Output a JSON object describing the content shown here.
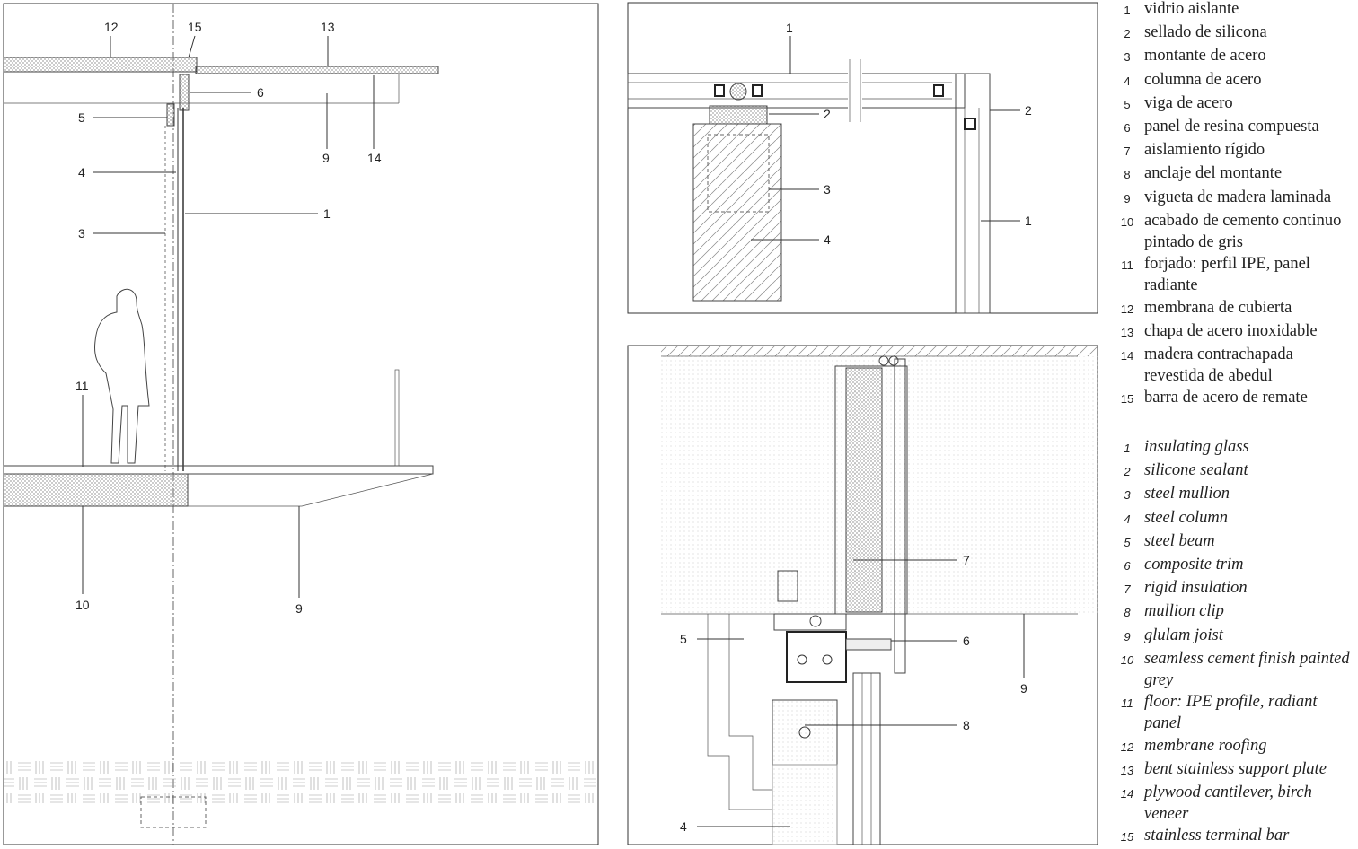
{
  "section_callouts": {
    "c12": "12",
    "c15": "15",
    "c13": "13",
    "c6": "6",
    "c5": "5",
    "c9a": "9",
    "c14": "14",
    "c4": "4",
    "c1": "1",
    "c3": "3",
    "c11": "11",
    "c10": "10",
    "c9b": "9"
  },
  "plan_callouts": {
    "c1a": "1",
    "c2a": "2",
    "c2b": "2",
    "c3": "3",
    "c4": "4",
    "c1b": "1"
  },
  "detail_callouts": {
    "c7": "7",
    "c5": "5",
    "c6": "6",
    "c9": "9",
    "c8": "8",
    "c4": "4"
  },
  "legend_es": [
    {
      "n": "1",
      "t": "vidrio aislante"
    },
    {
      "n": "2",
      "t": "sellado de silicona"
    },
    {
      "n": "3",
      "t": "montante de acero"
    },
    {
      "n": "4",
      "t": "columna de acero"
    },
    {
      "n": "5",
      "t": "viga de acero"
    },
    {
      "n": "6",
      "t": "panel de resina compuesta"
    },
    {
      "n": "7",
      "t": "aislamiento rígido"
    },
    {
      "n": "8",
      "t": "anclaje del montante"
    },
    {
      "n": "9",
      "t": "vigueta de madera laminada"
    },
    {
      "n": "10",
      "t": "acabado de cemento continuo pintado de gris"
    },
    {
      "n": "11",
      "t": "forjado: perfil IPE, panel radiante"
    },
    {
      "n": "12",
      "t": "membrana de cubierta"
    },
    {
      "n": "13",
      "t": "chapa de acero inoxidable"
    },
    {
      "n": "14",
      "t": "madera contrachapada revestida de abedul"
    },
    {
      "n": "15",
      "t": "barra de acero de remate"
    }
  ],
  "legend_en": [
    {
      "n": "1",
      "t": "insulating glass"
    },
    {
      "n": "2",
      "t": "silicone sealant"
    },
    {
      "n": "3",
      "t": "steel mullion"
    },
    {
      "n": "4",
      "t": "steel column"
    },
    {
      "n": "5",
      "t": "steel beam"
    },
    {
      "n": "6",
      "t": "composite trim"
    },
    {
      "n": "7",
      "t": "rigid insulation"
    },
    {
      "n": "8",
      "t": "mullion clip"
    },
    {
      "n": "9",
      "t": "glulam joist"
    },
    {
      "n": "10",
      "t": "seamless cement finish painted grey"
    },
    {
      "n": "11",
      "t": "floor: IPE profile, radiant panel"
    },
    {
      "n": "12",
      "t": "membrane roofing"
    },
    {
      "n": "13",
      "t": "bent stainless support plate"
    },
    {
      "n": "14",
      "t": "plywood cantilever, birch veneer"
    },
    {
      "n": "15",
      "t": "stainless terminal bar"
    }
  ]
}
